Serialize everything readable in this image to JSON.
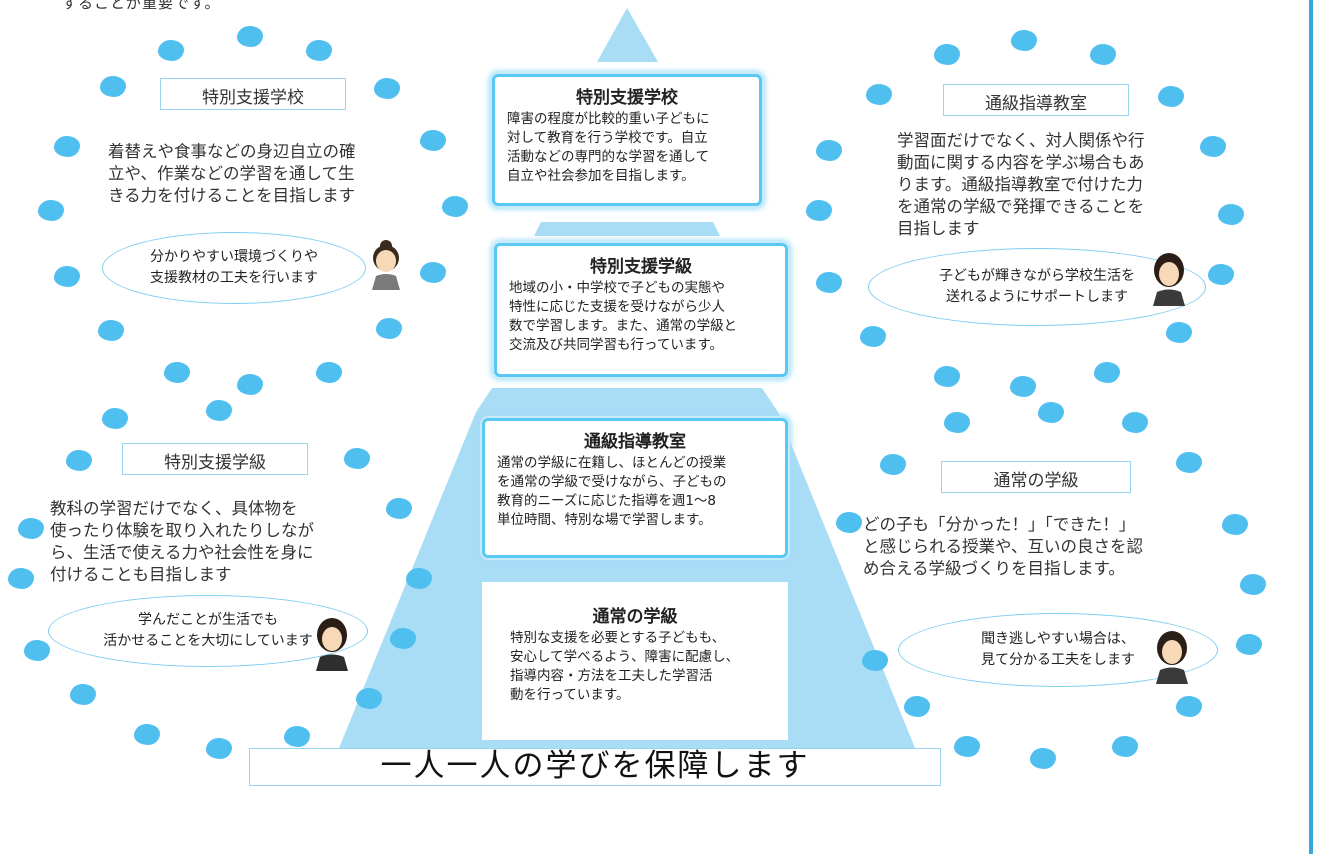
{
  "top_fragment": "することが重要です。",
  "bottom_banner": "一人一人の学びを保障します",
  "pyramid": [
    {
      "title": "特別支援学校",
      "lines": [
        "障害の程度が比較的重い子どもに",
        "対して教育を行う学校です。自立",
        "活動などの専門的な学習を通して",
        "自立や社会参加を目指します。"
      ]
    },
    {
      "title": "特別支援学級",
      "lines": [
        "地域の小・中学校で子どもの実態や",
        "特性に応じた支援を受けながら少人",
        "数で学習します。また、通常の学級と",
        "交流及び共同学習も行っています。"
      ]
    },
    {
      "title": "通級指導教室",
      "lines": [
        "通常の学級に在籍し、ほとんどの授業",
        "を通常の学級で受けながら、子どもの",
        "教育的ニーズに応じた指導を週1～8",
        "単位時間、特別な場で学習します。"
      ]
    },
    {
      "title": "通常の学級",
      "lines": [
        "特別な支援を必要とする子どもも、",
        "安心して学べるよう、障害に配慮し、",
        "指導内容・方法を工夫した学習活",
        "動を行っています。"
      ]
    }
  ],
  "sides": {
    "top_left": {
      "label": "特別支援学校",
      "desc": [
        "着替えや食事などの身辺自立の確",
        "立や、作業などの学習を通して生",
        "きる力を付けることを目指します"
      ],
      "speech": [
        "分かりやすい環境づくりや",
        "支援教材の工夫を行います"
      ]
    },
    "bottom_left": {
      "label": "特別支援学級",
      "desc": [
        "教科の学習だけでなく、具体物を",
        "使ったり体験を取り入れたりしなが",
        "ら、生活で使える力や社会性を身に",
        "付けることも目指します"
      ],
      "speech": [
        "学んだことが生活でも",
        "活かせることを大切にしています"
      ]
    },
    "top_right": {
      "label": "通級指導教室",
      "desc": [
        "学習面だけでなく、対人関係や行",
        "動面に関する内容を学ぶ場合もあ",
        "ります。通級指導教室で付けた力",
        "を通常の学級で発揮できることを",
        "目指します"
      ],
      "speech": [
        "子どもが輝きながら学校生活を",
        "送れるようにサポートします"
      ]
    },
    "bottom_right": {
      "label": "通常の学級",
      "desc": [
        "どの子も「分かった！」「できた！」",
        "と感じられる授業や、互いの良さを認",
        "め合える学級づくりを目指します。"
      ],
      "speech": [
        "聞き逃しやすい場合は、",
        "見て分かる工夫をします"
      ]
    }
  },
  "colors": {
    "accent": "#4fbff0",
    "pyramid": "#a9dcf5",
    "border": "#3aa6de"
  }
}
